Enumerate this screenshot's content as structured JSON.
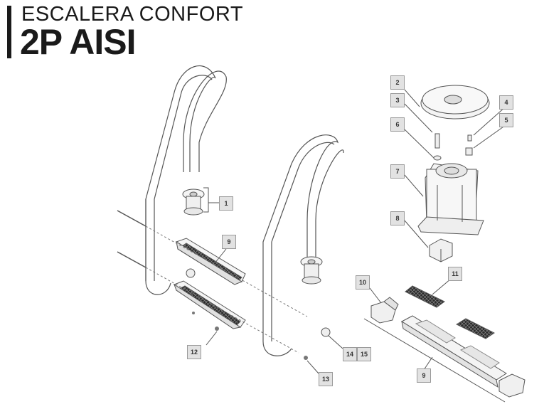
{
  "title": {
    "line1": "ESCALERA CONFORT",
    "line2": "2P AISI"
  },
  "callouts": {
    "c1": "1",
    "c2": "2",
    "c3": "3",
    "c4": "4",
    "c5": "5",
    "c6": "6",
    "c7": "7",
    "c8": "8",
    "c9a": "9",
    "c9b": "9",
    "c10": "10",
    "c11": "11",
    "c12": "12",
    "c13": "13",
    "c14": "14",
    "c15": "15"
  },
  "colors": {
    "line": "#555555",
    "fill": "#f4f4f4",
    "tread": "#222222",
    "callout_bg": "#e2e2e2"
  }
}
